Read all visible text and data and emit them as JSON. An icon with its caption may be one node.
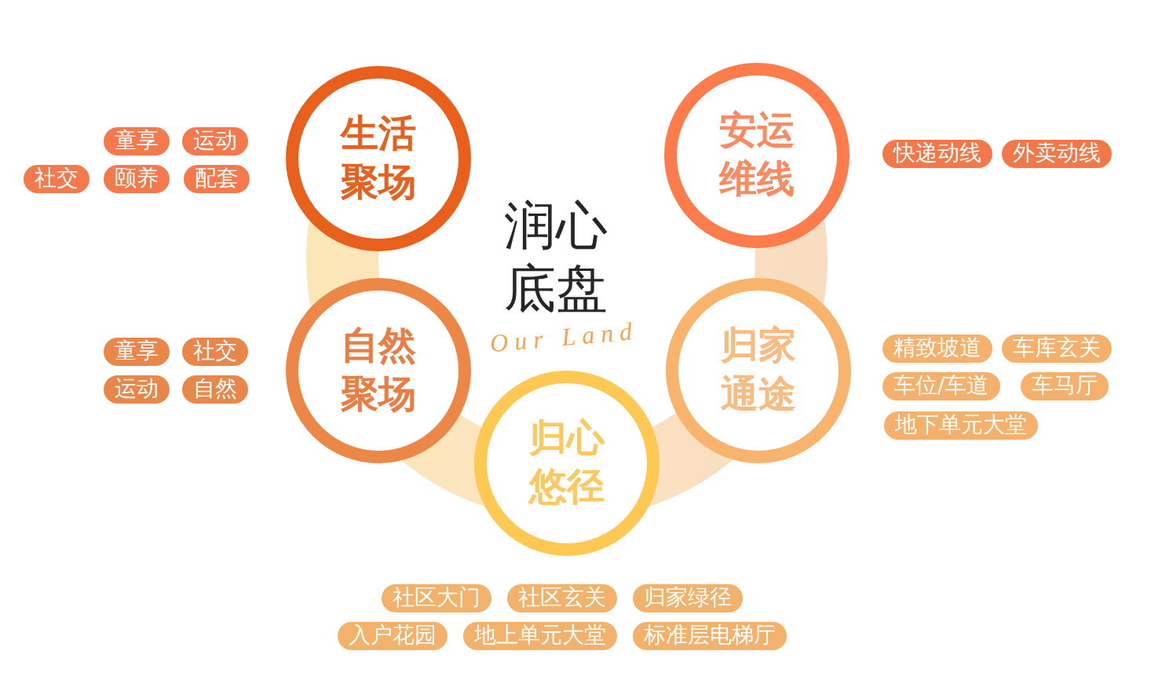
{
  "diagram": {
    "nodes": [
      {
        "text": [
          "生活聚场"
        ]
      },
      {
        "text": [
          "童享"
        ]
      },
      {
        "text": [
          "运动"
        ]
      },
      {
        "text": [
          "社交"
        ]
      },
      {
        "text": [
          "颐养"
        ]
      },
      {
        "text": [
          "配套"
        ]
      },
      {
        "text": [
          "安运维线"
        ]
      },
      {
        "text": [
          "快递动线"
        ]
      },
      {
        "text": [
          "外卖动线"
        ]
      },
      {
        "text": [
          "自然聚场"
        ]
      },
      {
        "text": [
          "童享"
        ]
      },
      {
        "text": [
          "社交"
        ]
      },
      {
        "text": [
          "运动"
        ]
      },
      {
        "text": [
          "自然"
        ]
      },
      {
        "text": [
          "归家通途"
        ]
      },
      {
        "text": [
          "精致坡道"
        ]
      },
      {
        "text": [
          "车库玄关"
        ]
      },
      {
        "text": [
          "车位/车道"
        ]
      },
      {
        "text": [
          "车马厅"
        ]
      },
      {
        "text": [
          "地下单元大堂"
        ]
      },
      {
        "text": [
          "归心悠径"
        ]
      },
      {
        "text": [
          "社区大门"
        ]
      },
      {
        "text": [
          "社区玄关"
        ]
      },
      {
        "text": [
          "归家绿径"
        ]
      },
      {
        "text": [
          "入户花园"
        ]
      },
      {
        "text": [
          "地上单元大堂"
        ]
      },
      {
        "text": [
          "标准层电梯厅"
        ]
      }
    ],
    "labels": [
      "润心底盘",
      "Our Land"
    ]
  }
}
